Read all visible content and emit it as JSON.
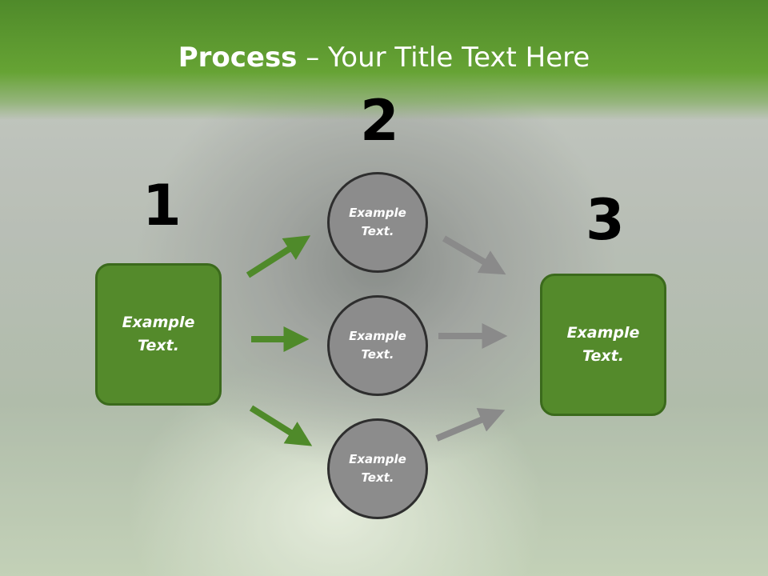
{
  "header": {
    "title_bold": "Process",
    "title_rest": " – Your Title Text Here"
  },
  "steps": {
    "num1": "1",
    "num2": "2",
    "num3": "3"
  },
  "nodes": {
    "left_box": [
      "Example",
      "Text."
    ],
    "circle_top": [
      "Example",
      "Text."
    ],
    "circle_mid": [
      "Example",
      "Text."
    ],
    "circle_bot": [
      "Example",
      "Text."
    ],
    "right_box": [
      "Example",
      "Text."
    ]
  },
  "colors": {
    "header_green": "#66a334",
    "box_green": "#548a2b",
    "circle_gray": "#8c8c8c",
    "arrow_green": "#4f8a2a",
    "arrow_gray": "#8a8a8a"
  }
}
